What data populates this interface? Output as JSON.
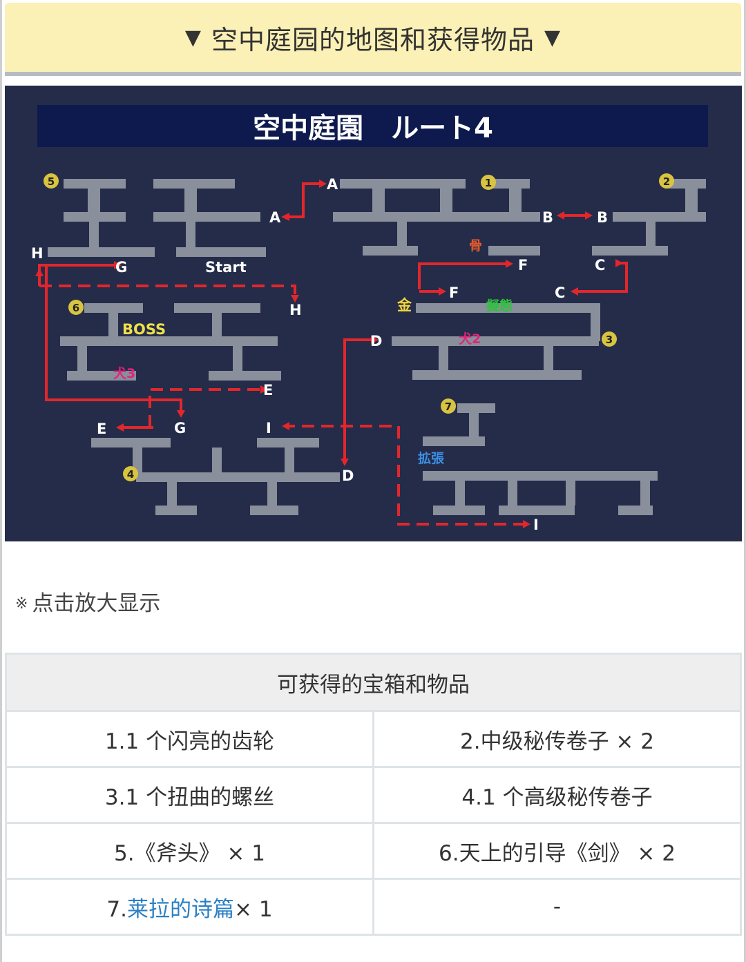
{
  "section": {
    "title": "空中庭园的地图和获得物品",
    "marker_left": "▼",
    "marker_right": "▼"
  },
  "map": {
    "banner": "空中庭園　ルート4",
    "labels": {
      "start": "Start",
      "boss": "BOSS",
      "gold": "金",
      "bone": "骨",
      "mimic": "擬態",
      "dog2": "犬2",
      "dog3": "犬3",
      "expand": "拡張",
      "A": "A",
      "B": "B",
      "C": "C",
      "D": "D",
      "E": "E",
      "F": "F",
      "G": "G",
      "H": "H",
      "I": "I"
    },
    "chests": [
      "1",
      "2",
      "3",
      "4",
      "5",
      "6",
      "7"
    ],
    "colors": {
      "background": "#242c49",
      "banner": "#0e1a4d",
      "path": "#8a8f9c",
      "route": "#e3262b",
      "chest": "#d8c440",
      "boss": "#f0e04a",
      "gold": "#f2d53c",
      "mimic": "#2bc43a",
      "dog": "#e0257a",
      "expand": "#3d8fe6",
      "bone": "#e35a2a"
    }
  },
  "note": {
    "mark": "※",
    "text": "点击放大显示"
  },
  "table": {
    "header": "可获得的宝箱和物品",
    "rows": [
      [
        "1.1 个闪亮的齿轮",
        "2.中级秘传卷子 × 2"
      ],
      [
        "3.1 个扭曲的螺丝",
        "4.1 个高级秘传卷子"
      ],
      [
        "5.《斧头》 × 1",
        "6.天上的引导《剑》 × 2"
      ]
    ],
    "last_row": {
      "prefix": "7.",
      "link": "莱拉的诗篇",
      "suffix": "× 1",
      "right": "-"
    }
  }
}
